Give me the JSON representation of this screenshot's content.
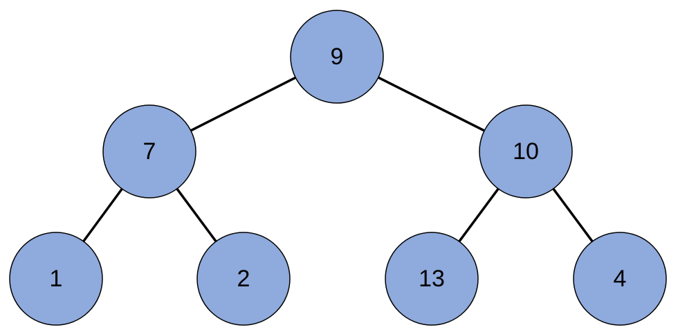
{
  "diagram": {
    "type": "binary-tree",
    "colors": {
      "node_fill": "#8faadc",
      "node_stroke": "#000000",
      "edge": "#000000",
      "label": "#000000",
      "background": "#ffffff"
    },
    "nodes": [
      {
        "id": "n-root",
        "label": "9"
      },
      {
        "id": "n-left",
        "label": "7"
      },
      {
        "id": "n-right",
        "label": "10"
      },
      {
        "id": "n-left-left",
        "label": "1"
      },
      {
        "id": "n-left-right",
        "label": "2"
      },
      {
        "id": "n-right-left",
        "label": "13"
      },
      {
        "id": "n-right-right",
        "label": "4"
      }
    ],
    "edges": [
      {
        "from": "n-root",
        "to": "n-left"
      },
      {
        "from": "n-root",
        "to": "n-right"
      },
      {
        "from": "n-left",
        "to": "n-left-left"
      },
      {
        "from": "n-left",
        "to": "n-left-right"
      },
      {
        "from": "n-right",
        "to": "n-right-left"
      },
      {
        "from": "n-right",
        "to": "n-right-right"
      }
    ]
  }
}
